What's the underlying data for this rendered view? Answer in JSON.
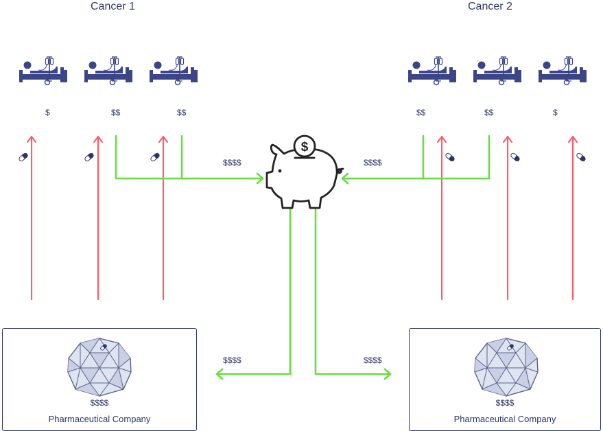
{
  "groups": [
    {
      "title": "Cancer 1",
      "patients": [
        {
          "payment": "$"
        },
        {
          "payment": "$$"
        },
        {
          "payment": "$$"
        }
      ],
      "flow_label": "$$$$"
    },
    {
      "title": "Cancer 2",
      "patients": [
        {
          "payment": "$$"
        },
        {
          "payment": "$$"
        },
        {
          "payment": "$"
        }
      ],
      "flow_label": "$$$$"
    }
  ],
  "fund": {
    "icon": "piggy-bank-icon",
    "coin_symbol": "$"
  },
  "companies": [
    {
      "flow_label": "$$$$",
      "money": "$$$$",
      "name": "Pharmaceutical Company"
    },
    {
      "flow_label": "$$$$",
      "money": "$$$$",
      "name": "Pharmaceutical Company"
    }
  ],
  "colors": {
    "money_flow": "#66e040",
    "drug_flow": "#ff5c6c",
    "icon": "#3b4588",
    "outline": "#2d3566"
  }
}
